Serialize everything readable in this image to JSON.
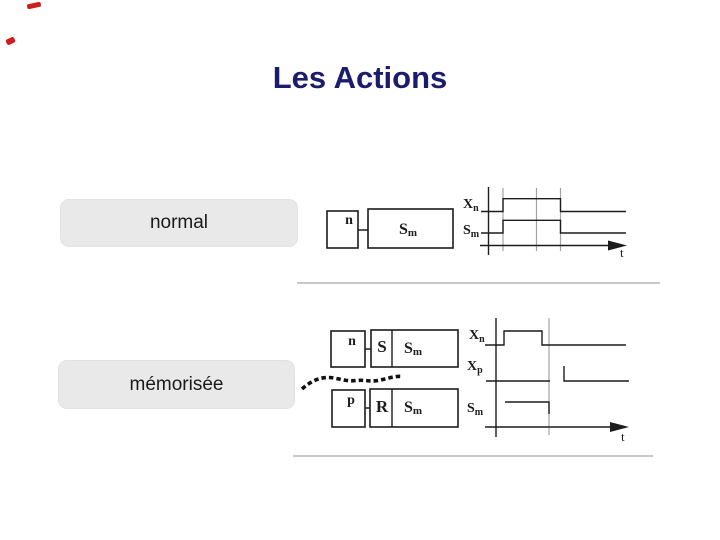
{
  "slide": {
    "title": "Les Actions"
  },
  "rows": {
    "normal_label": "normal",
    "memorized_label": "mémorisée"
  },
  "normal_diagram": {
    "step_label": "n",
    "action_label": {
      "base": "S",
      "sub": "m"
    },
    "timing": {
      "signal1": {
        "base": "X",
        "sub": "n"
      },
      "signal2": {
        "base": "S",
        "sub": "m"
      },
      "time_label": "t"
    }
  },
  "memorized_diagram": {
    "set_step_label": "n",
    "set_operator": "S",
    "set_action_label": {
      "base": "S",
      "sub": "m"
    },
    "reset_step_label": "p",
    "reset_operator": "R",
    "reset_action_label": {
      "base": "S",
      "sub": "m"
    },
    "timing": {
      "signal1": {
        "base": "X",
        "sub": "n"
      },
      "signal2": {
        "base": "X",
        "sub": "p"
      },
      "signal3": {
        "base": "S",
        "sub": "m"
      },
      "time_label": "t"
    }
  },
  "colors": {
    "title_navy": "#1c1c6e",
    "diagram_ink": "#1c1c1c",
    "grid_line_gray": "#a3a3a3",
    "separator_gray": "#c9c9c9",
    "label_pill_bg": "#e9e9e9",
    "pen_mark_red": "#cf1d1d"
  }
}
